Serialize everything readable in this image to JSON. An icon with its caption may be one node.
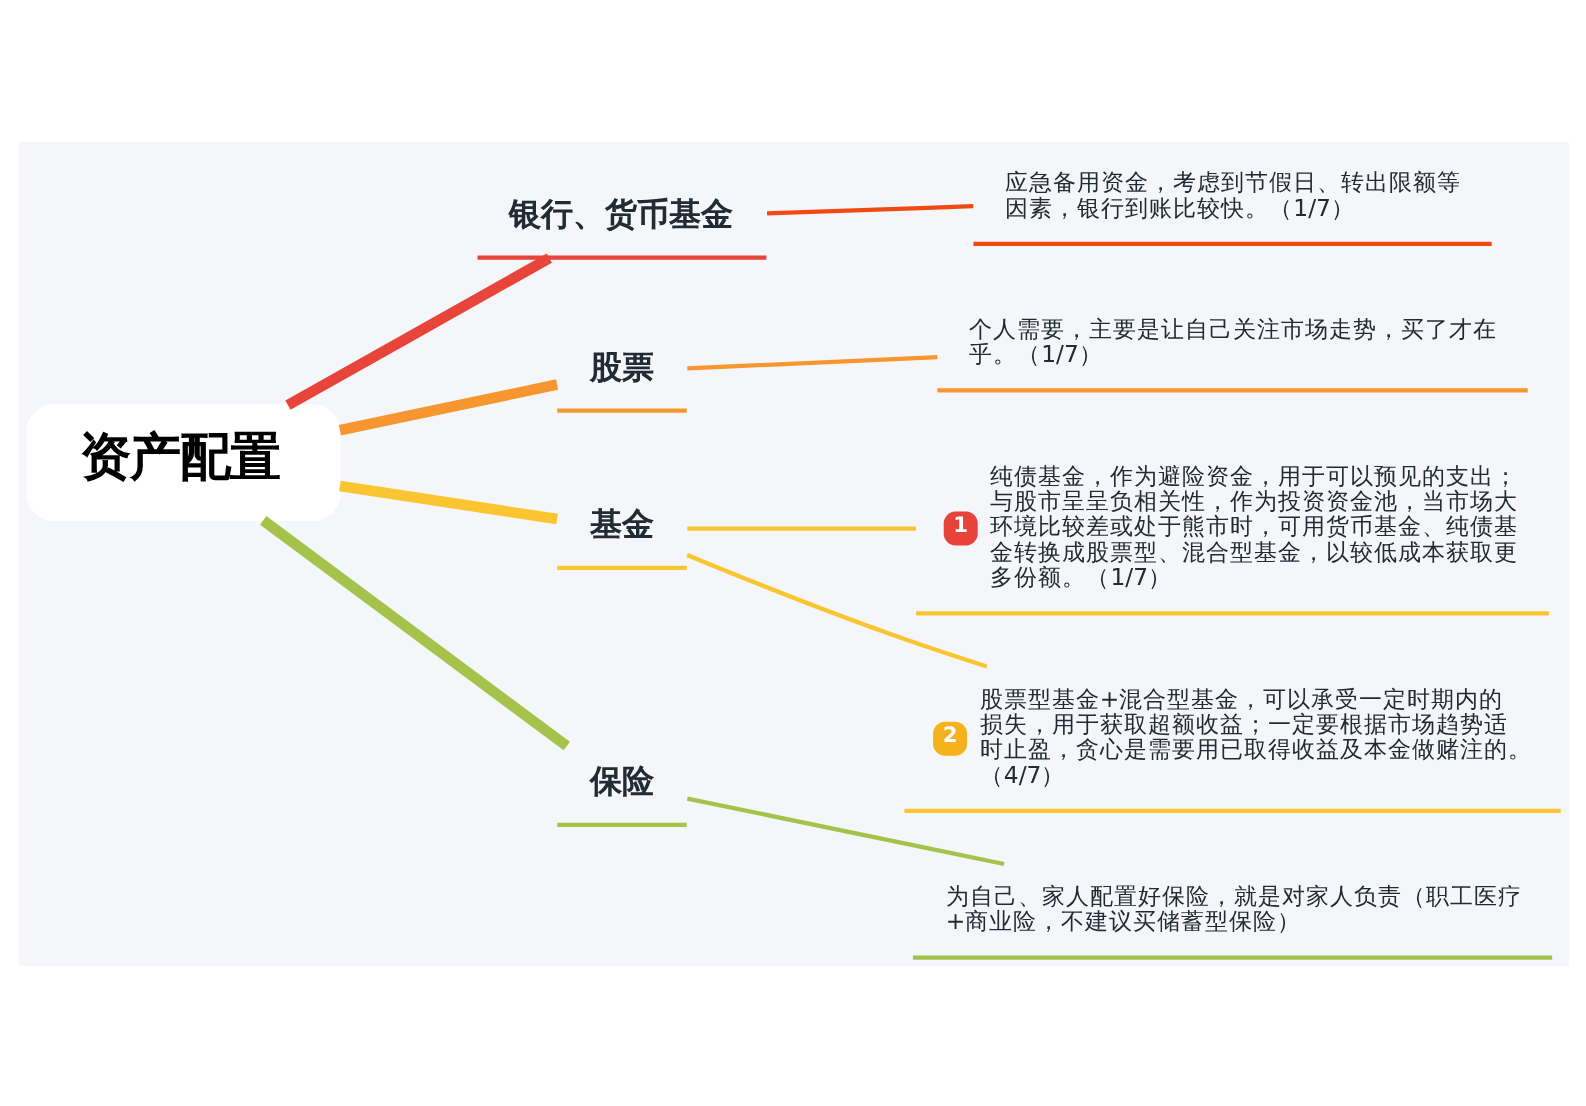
{
  "diagram": {
    "nodes": [
      {
        "text": [
          "资产配置"
        ]
      },
      {
        "text": [
          "银行、货币基金"
        ]
      },
      {
        "text": [
          "应急备用资金，考虑到节假日、转出限额等因素，银行到账比较快。（1/7）"
        ]
      },
      {
        "text": [
          "股票"
        ]
      },
      {
        "text": [
          "个人需要，主要是让自己关注市场走势，买了才在乎。（1/7）"
        ]
      },
      {
        "text": [
          "基金"
        ]
      },
      {
        "text": [
          "1",
          "纯债基金，作为避险资金，用于可以预见的支出；与股市呈呈负相关性，作为投资资金池，当市场大环境比较差或处于熊市时，可用货币基金、纯债基金转换成股票型、混合型基金，以较低成本获取更多份额。（1/7）"
        ]
      },
      {
        "text": [
          "2",
          "股票型基金+混合型基金，可以承受一定时期内的损失，用于获取超额收益；一定要根据市场趋势适时止盈，贪心是需要用已取得收益及本金做赌注的。（4/7）"
        ]
      },
      {
        "text": [
          "保险"
        ]
      },
      {
        "text": [
          "为自己、家人配置好保险，就是对家人负责（职工医疗+商业险，不建议买储蓄型保险）"
        ]
      }
    ],
    "edges": [
      {
        "from": 0,
        "to": 1,
        "arrow": "none",
        "style": "thick",
        "color": "#e9443a"
      },
      {
        "from": 1,
        "to": 2,
        "arrow": "none",
        "color": "#f04a12"
      },
      {
        "from": 0,
        "to": 3,
        "arrow": "none",
        "style": "thick",
        "color": "#f7962f"
      },
      {
        "from": 3,
        "to": 4,
        "arrow": "none",
        "color": "#f7962f"
      },
      {
        "from": 0,
        "to": 5,
        "arrow": "none",
        "style": "thick",
        "color": "#fbc531"
      },
      {
        "from": 5,
        "to": 6,
        "arrow": "none",
        "color": "#fbc531"
      },
      {
        "from": 5,
        "to": 7,
        "arrow": "none",
        "color": "#fbc531"
      },
      {
        "from": 0,
        "to": 8,
        "arrow": "none",
        "style": "thick",
        "color": "#a5c34a"
      },
      {
        "from": 8,
        "to": 9,
        "arrow": "none",
        "color": "#a5c34a"
      }
    ]
  }
}
